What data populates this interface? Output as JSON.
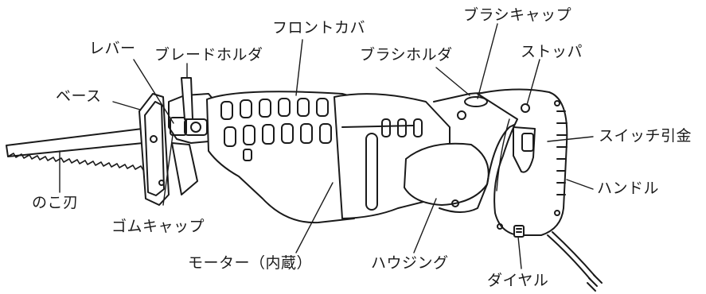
{
  "diagram": {
    "labels": {
      "front_cover": "フロントカバ",
      "brush_cap": "ブラシキャップ",
      "lever": "レバー",
      "blade_holder": "ブレードホルダ",
      "brush_holder": "ブラシホルダ",
      "stopper": "ストッパ",
      "base": "ベース",
      "switch_trigger": "スイッチ引金",
      "handle": "ハンドル",
      "saw_blade": "のこ刃",
      "rubber_cap": "ゴムキャップ",
      "motor": "モーター（内蔵）",
      "housing": "ハウジング",
      "dial": "ダイヤル"
    }
  }
}
